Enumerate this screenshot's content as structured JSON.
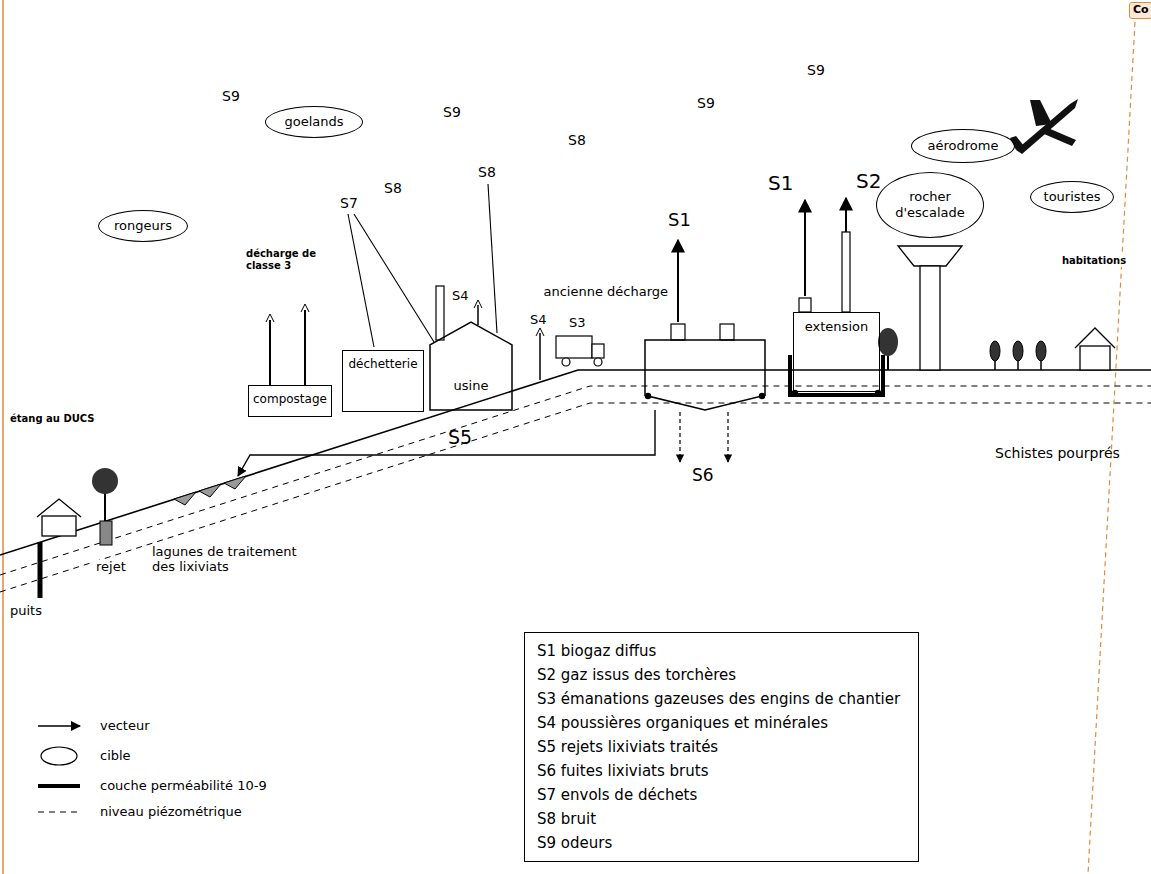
{
  "diagram": {
    "nodes": [
      {
        "text": [
          "rongeurs"
        ]
      },
      {
        "text": [
          "goelands"
        ]
      },
      {
        "text": [
          "aérodrome"
        ]
      },
      {
        "text": [
          "touristes"
        ]
      },
      {
        "text": [
          "rocher d'escalade"
        ]
      },
      {
        "text": [
          "compostage"
        ]
      },
      {
        "text": [
          "déchetterie"
        ]
      },
      {
        "text": [
          "usine"
        ]
      },
      {
        "text": [
          "ancienne décharge"
        ]
      },
      {
        "text": [
          "extension"
        ]
      },
      {
        "text": [
          "S1 biogaz diffus",
          "S2 gaz issus des torchères",
          "S3 émanations gazeuses des engins de chantier",
          "S4 poussières organiques et minérales",
          "S5 rejets lixiviats traités",
          "S6 fuites lixiviats bruts",
          "S7 envols de déchets",
          "S8 bruit",
          "S9 odeurs"
        ]
      }
    ],
    "labels": [
      "S9",
      "S9",
      "S9",
      "S9",
      "S8",
      "S8",
      "S8",
      "S7",
      "S4",
      "S4",
      "S3",
      "S1",
      "S1",
      "S2",
      "S5",
      "S6",
      "décharge de classe 3",
      "étang au DUCS",
      "habitations",
      "rejet",
      "puits",
      "Schistes pourprés",
      "lagunes de traitement des lixiviats",
      "Co"
    ],
    "legend": [
      {
        "text": "vecteur"
      },
      {
        "text": "cible"
      },
      {
        "text": "couche perméabilité 10-9"
      },
      {
        "text": "niveau piézométrique"
      }
    ]
  }
}
